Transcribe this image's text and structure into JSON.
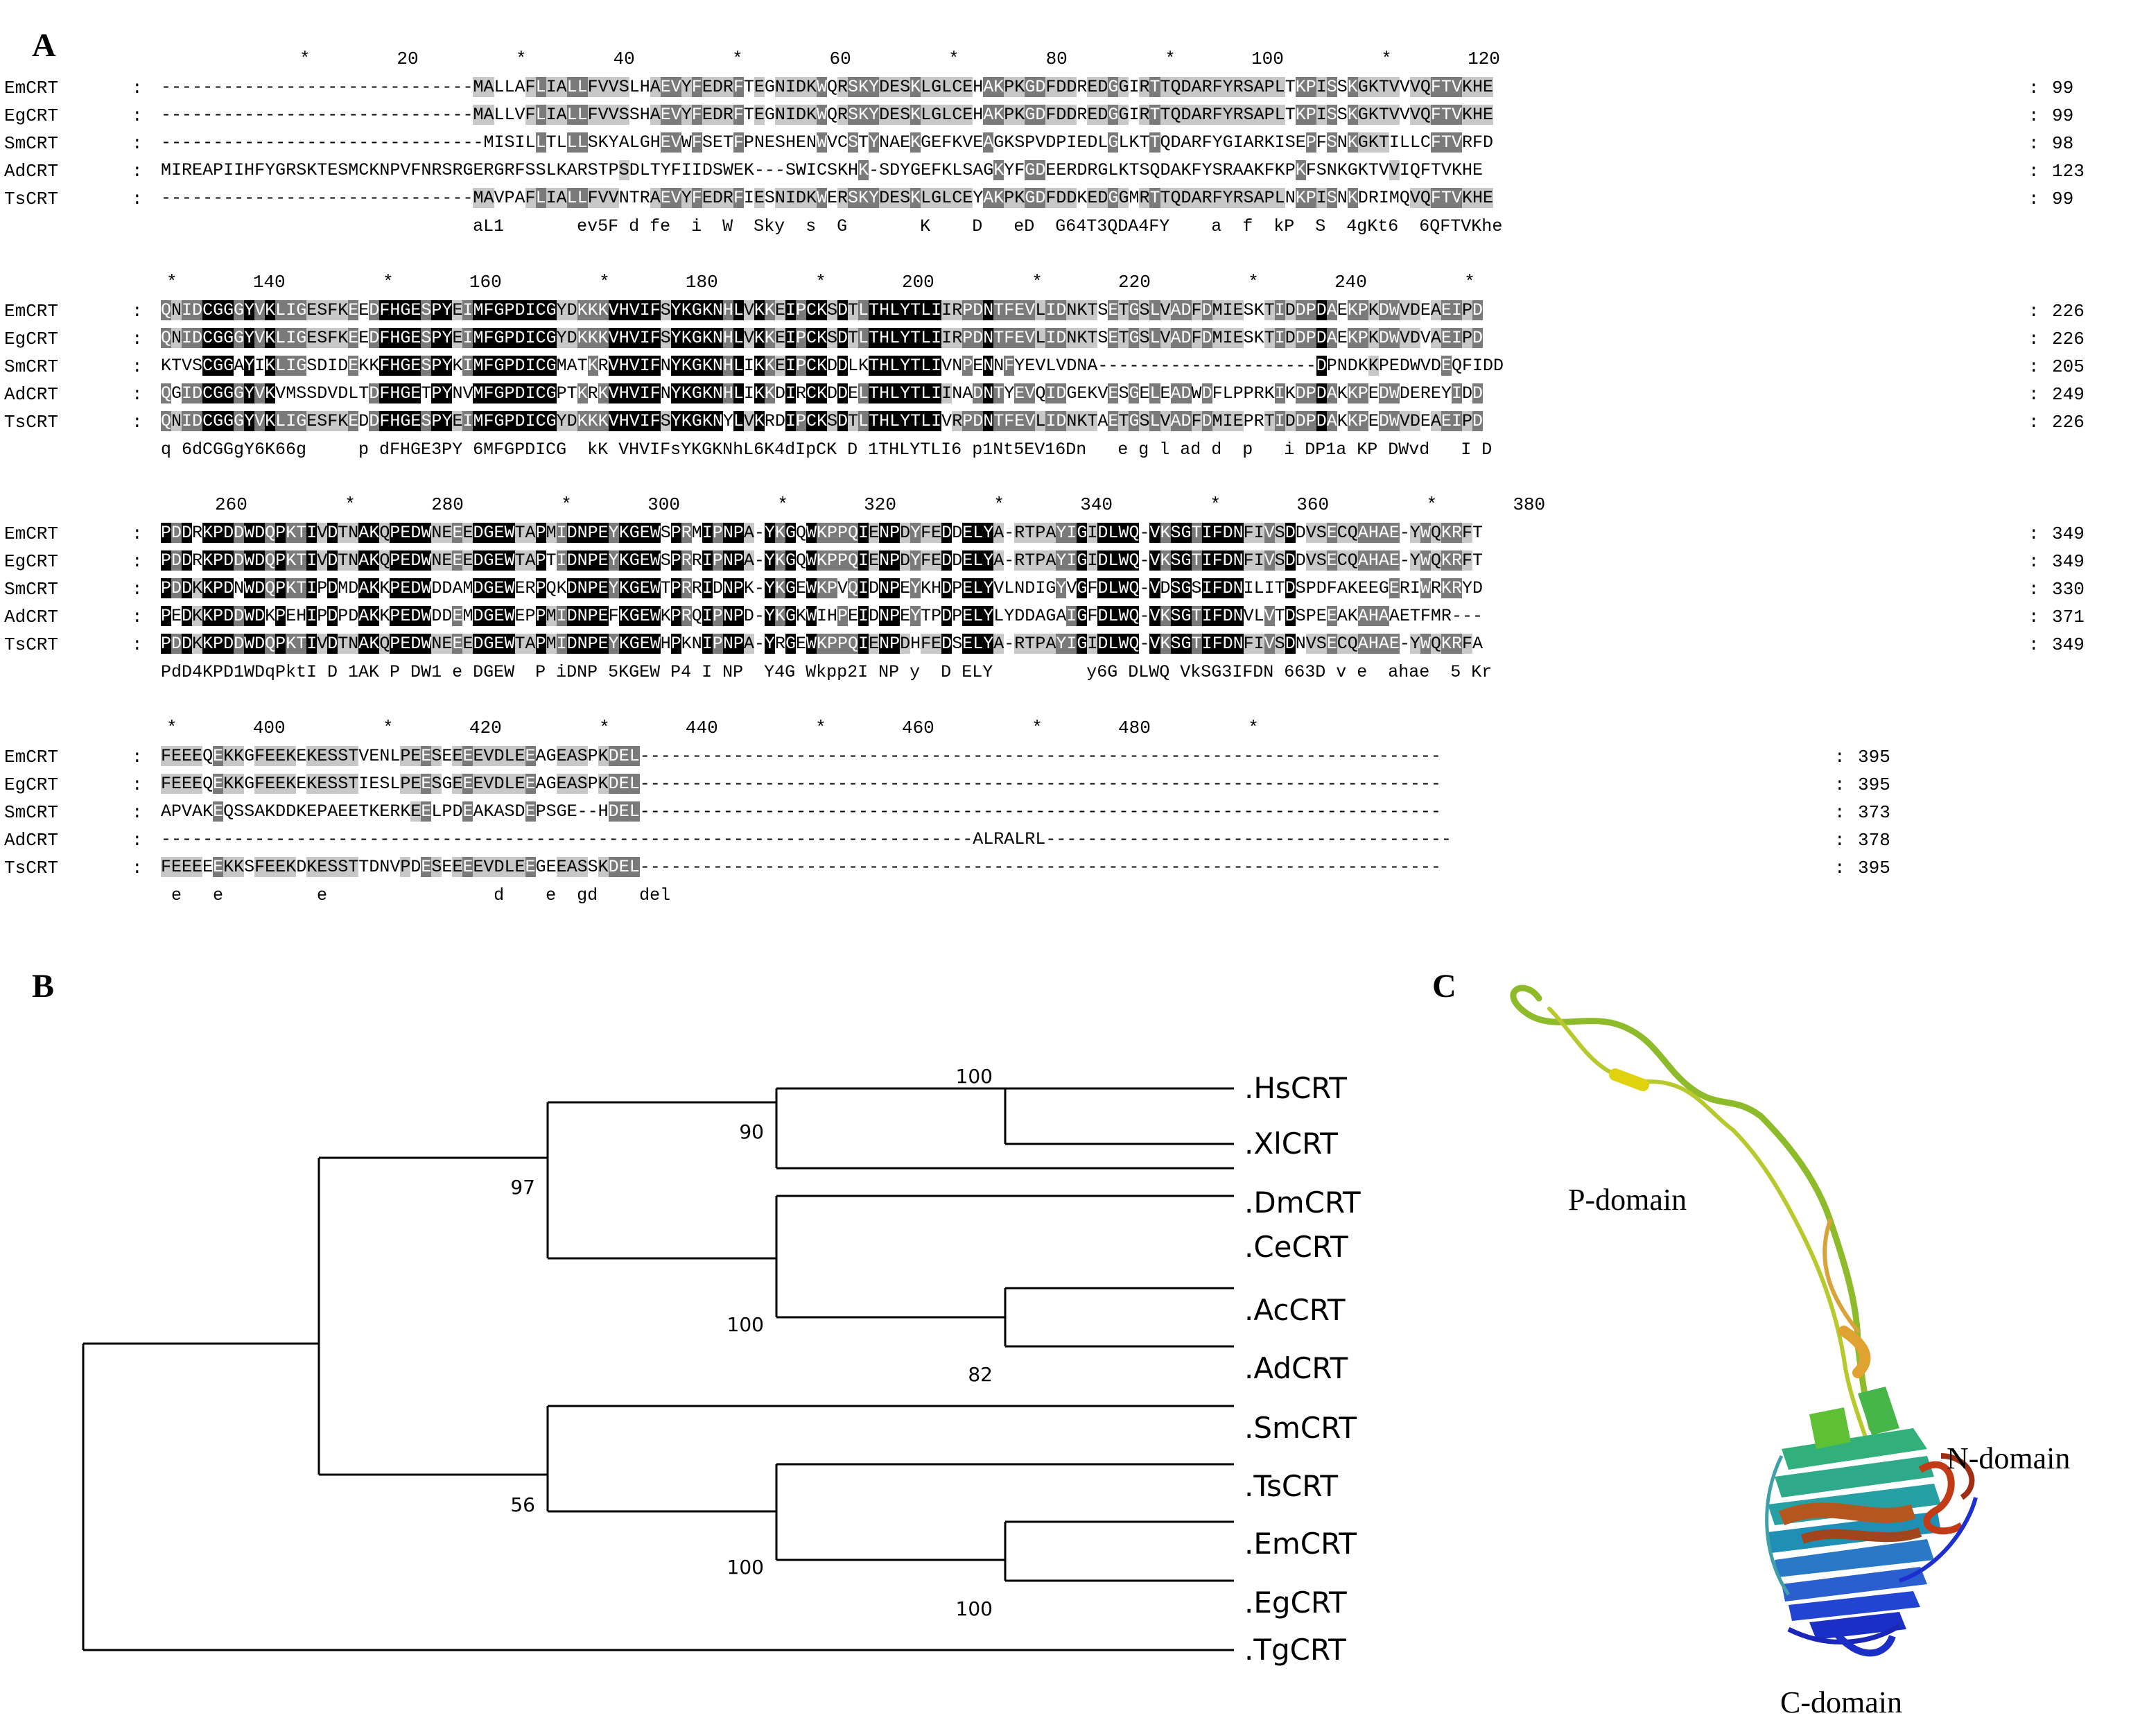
{
  "panels": {
    "a": "A",
    "b": "B",
    "c": "C"
  },
  "alignment": {
    "blocks": [
      {
        "ruler": "*        20         *        40         *        60         *        80         *       100         *       120",
        "rows": [
          {
            "name": "EmCRT",
            "seq": "------------------------------MALLAFLIALLFVVSLHAEVYFEDRFTEGNIDKWQRSKYDESKLGLCEHAKPKGDFDDREDGGIRTTQDARFYRSAPLTKPISSKGKTVVVQFTVKHE",
            "end": "99"
          },
          {
            "name": "EgCRT",
            "seq": "------------------------------MALLVFLIALLFVVSSHAEVYFEDRFTEGNIDKWQRSKYDESKLGLCEHAKPKGDFDDREDGGIRTTQDARFYRSAPLTKPISSKGKTVVVQFTVKHE",
            "end": "99"
          },
          {
            "name": "SmCRT",
            "seq": "-------------------------------MISILLTLLLSKYALGHEVWFSETFPNESHENWVCSTYNAEKGEFKVEAGKSPVDPIEDLGLKTTQDARFYGIARKISEPFSNKGKTILLCFTVRFD",
            "end": "98"
          },
          {
            "name": "AdCRT",
            "seq": "MIREAPIIHFYGRSKTESMCKNPVFNRSRGERGRFSSLKARSTPSDLTYFIIDSWEK---SWICSKHK-SDYGEFKLSAGKYFGDEERDRGLKTSQDAKFYSRAAKFKPKFSNKGKTVVIQFTVKHE",
            "end": "123"
          },
          {
            "name": "TsCRT",
            "seq": "------------------------------MAVPAFLIALLFVVNTRAEVYFEDRFIESNIDKWERSKYDESKLGLCEYAKPKGDFDDKEDGGMRTTQDARFYRSAPLNKPISNKDRIMQVQFTVKHE",
            "end": "99"
          }
        ],
        "consensus": "                              aL1       ev5F d fe  i  W  Sky  s  G       K    D   eD  G64T3QDA4FY    a  f  kP  S  4gKt6  6QFTVKhe"
      },
      {
        "ruler": "*       140         *       160         *       180         *       200         *       220         *       240         *",
        "rows": [
          {
            "name": "EmCRT",
            "seq": "QNIDCGGGYVKLIGESFKEEDFHGESPYEIMFGPDICGYDKKKVHVIFSYKGKNHLVKKEIPCKSDTLTHLYTLIIRPDNTFEVLIDNKTSETGSLVADFDMIESKTIDDPDAEKPKDWVDEAEIPD",
            "end": "226"
          },
          {
            "name": "EgCRT",
            "seq": "QNIDCGGGYVKLIGESFKEEDFHGESPYEIMFGPDICGYDKKKVHVIFSYKGKNHLVKKEIPCKSDTLTHLYTLIIRPDNTFEVLIDNKTSETGSLVADFDMIESKTIDDPDAEKPKDWVDVAEIPD",
            "end": "226"
          },
          {
            "name": "SmCRT",
            "seq": "KTVSCGGAYIKLIGSDIDEKKFHGESPYKIMFGPDICGMATKRVHVIFNYKGKNHLIKKEIPCKDDLKTHLYTLIVNPENNFYEVLVDNA---------------------DPNDKKPEDWVDEQFIDD",
            "end": "205"
          },
          {
            "name": "AdCRT",
            "seq": "QGIDCGGGYVKVMSSDVDLTDFHGETPYNVMFGPDICGPTKRKVHVIFNYKGKNHLIKKDIRCKDDELTHLYTLIINADNTYEVQIDGEKVESGELEADWDFLPPRKIKDPDAKKPEDWDEREYIDD",
            "end": "249"
          },
          {
            "name": "TsCRT",
            "seq": "QNIDCGGGYVKLIGESFKEDDFHGESPYEIMFGPDICGYDKKKVHVIFSYKGKNYLVKRDIPCKSDTLTHLYTLIVRPDNTFEVLIDNKTAETGSLVADFDMIEPRTIDDPDAKKPEDWVDEAEIPD",
            "end": "226"
          }
        ],
        "consensus": "q 6dCGGgY6K66g     p dFHGE3PY 6MFGPDICG  kK VHVIFsYKGKNhL6K4dIpCK D 1THLYTLI6 p1Nt5EV16Dn   e g l ad d  p   i DP1a KP DWvd   I D"
      },
      {
        "ruler": "     260         *       280         *       300         *       320         *       340         *       360         *       380",
        "rows": [
          {
            "name": "EmCRT",
            "seq": "PDDRKPDDWDQPKTIVDTNAKQPEDWNEEEDGEWTAPMIDNPEYKGEWSPRMIPNPA-YKGQWKPPQIENPDYFEDDELYA-RTPAYIGIDLWQ-VKSGTIFDNFIVSDDVSECQAHAE-YWQKRFT",
            "end": "349"
          },
          {
            "name": "EgCRT",
            "seq": "PDDRKPDDWDQPKTIVDTNAKQPEDWNEEEDGEWTAPTIDNPEYKGEWSPRRIPNPA-YKGQWKPPQIENPDYFEDDELYA-RTPAYIGIDLWQ-VKSGTIFDNFIVSDDVSECQAHAE-YWQKRFT",
            "end": "349"
          },
          {
            "name": "SmCRT",
            "seq": "PDDKKPDNWDQPKTIPDMDAKKPEDWDDAMDGEWERPQKDNPEYKGEWTPRRIDNPK-YKGEWKPVQIDNPEYKHDPELYVLNDIGYVGFDLWQ-VDSGSIFDNILITDSPDFAKEEGERIWRKRYD",
            "end": "330"
          },
          {
            "name": "AdCRT",
            "seq": "PEDKKPDDWDKPEHIPDPDAKKPEDWDDEMDGEWEPPMIDNPEFKGEWKPRQIPNPD-YKGKWIHPEIDNPEYTPDPELYLYDDAGAIGFDLWQ-VKSGTIFDNVLVTDSPEEAKAHAAETFMR---",
            "end": "371"
          },
          {
            "name": "TsCRT",
            "seq": "PDDKKPDDWDQPKTIVDTNAKQPEDWNEEEDGEWTAPMIDNPEYKGEWHPKNIPNPA-YRGEWKPPQIENPDHFEDSELYA-RTPAYIGIDLWQ-VKSGTIFDNFIVSDNVSECQAHAE-YWQKRFA",
            "end": "349"
          }
        ],
        "consensus": "PdD4KPD1WDqPktI D 1AK P DW1 e DGEW  P iDNP 5KGEW P4 I NP  Y4G Wkpp2I NP y  D ELY         y6G DLWQ VkSG3IFDN 663D v e  ahae  5 Kr"
      },
      {
        "ruler": "*       400         *       420         *       440         *       460         *       480         *",
        "rows": [
          {
            "name": "EmCRT",
            "seq": "FEEEQEKKGFEEKEKESSTVENLPEESEEEEVDLEEAGEASPKDEL-----------------------------------------------------------------------------",
            "end": "395"
          },
          {
            "name": "EgCRT",
            "seq": "FEEEQEKKGFEEKEKESSTIESLPEESGEEEVDLEEAGEASPKDEL-----------------------------------------------------------------------------",
            "end": "395"
          },
          {
            "name": "SmCRT",
            "seq": "APVAKEQSSAKDDKEPAEETKERKEELPDEAKASDEPSGE--HDEL-----------------------------------------------------------------------------",
            "end": "373"
          },
          {
            "name": "AdCRT",
            "seq": "------------------------------------------------------------------------------ALRALRL---------------------------------------",
            "end": "378"
          },
          {
            "name": "TsCRT",
            "seq": "FEEEEEKKSFEEKDKESSTTDNVPDESEEEEVDLEEGEEASSKDEL-----------------------------------------------------------------------------",
            "end": "395"
          }
        ],
        "consensus": " e   e         e                d    e  gd    del"
      }
    ]
  },
  "tree": {
    "taxa": [
      ".HsCRT",
      ".XlCRT",
      ".DmCRT",
      ".CeCRT",
      ".AcCRT",
      ".AdCRT",
      ".SmCRT",
      ".TsCRT",
      ".EmCRT",
      ".EgCRT",
      ".TgCRT"
    ],
    "bootstrap": {
      "hs_xl": "100",
      "hs_dm": "90",
      "top": "97",
      "ce_ac": "100",
      "ac_ad": "82",
      "sm_ts": "56",
      "ts_em": "100",
      "em_eg": "100"
    }
  },
  "structure": {
    "labels": {
      "p": "P-domain",
      "n": "N-domain",
      "c": "C-domain"
    },
    "colors": {
      "p": "#8dbb2a",
      "n": "#2a9e8e",
      "c": "#1d3fd1"
    }
  }
}
